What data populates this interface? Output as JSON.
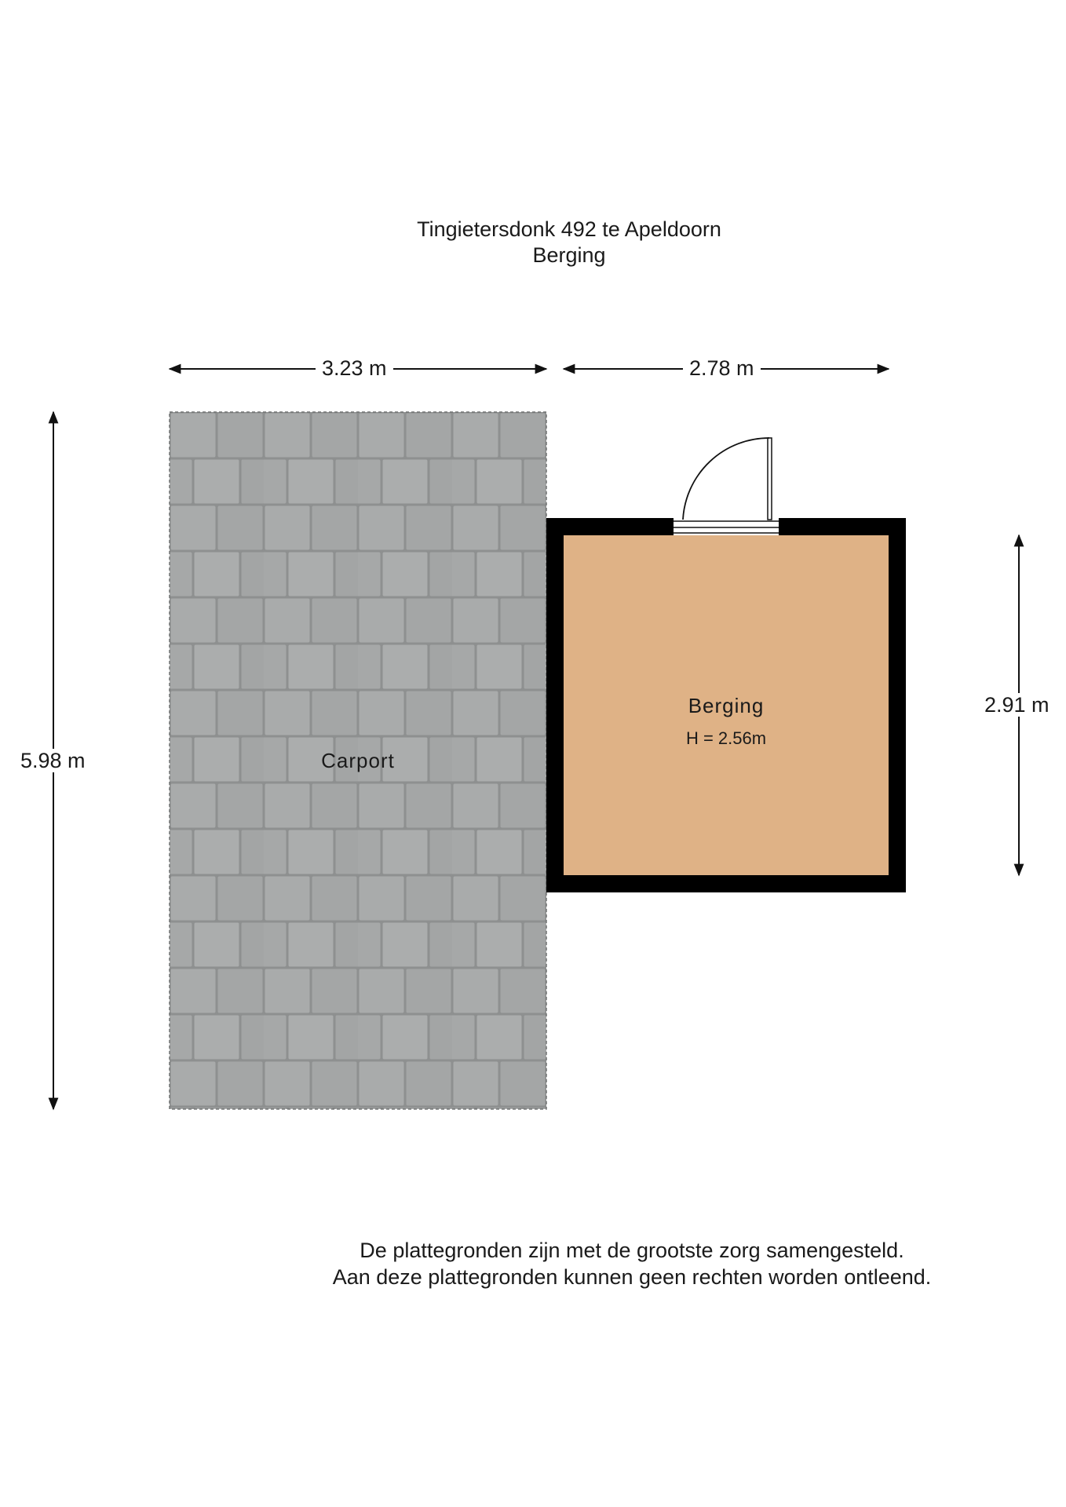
{
  "header": {
    "address": "Tingietersdonk 492 te Apeldoorn",
    "floor": "Berging"
  },
  "dimensions": {
    "carport_width": "3.23 m",
    "berging_width": "2.78 m",
    "carport_depth": "5.98 m",
    "berging_depth": "2.91 m"
  },
  "rooms": {
    "carport": {
      "name": "Carport"
    },
    "berging": {
      "name": "Berging",
      "height": "H = 2.56m"
    }
  },
  "colors": {
    "berging_floor": "#dfb286",
    "carport_tiles": "#a7a9a9",
    "wall": "#000000"
  },
  "footer": {
    "line1": "De plattegronden zijn met de grootste zorg samengesteld.",
    "line2": "Aan deze plattegronden kunnen geen rechten worden ontleend."
  }
}
